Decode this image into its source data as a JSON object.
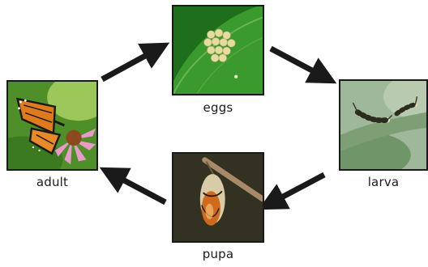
{
  "stages": {
    "eggs": {
      "label": "eggs"
    },
    "larva": {
      "label": "larva"
    },
    "pupa": {
      "label": "pupa"
    },
    "adult": {
      "label": "adult"
    }
  },
  "colors": {
    "arrow": "#1a1a1a",
    "leaf_green": "#2f8a2a",
    "egg_cream": "#e6dca2",
    "monarch_orange": "#e07a1c",
    "pupa_green": "#7a9a3a"
  }
}
